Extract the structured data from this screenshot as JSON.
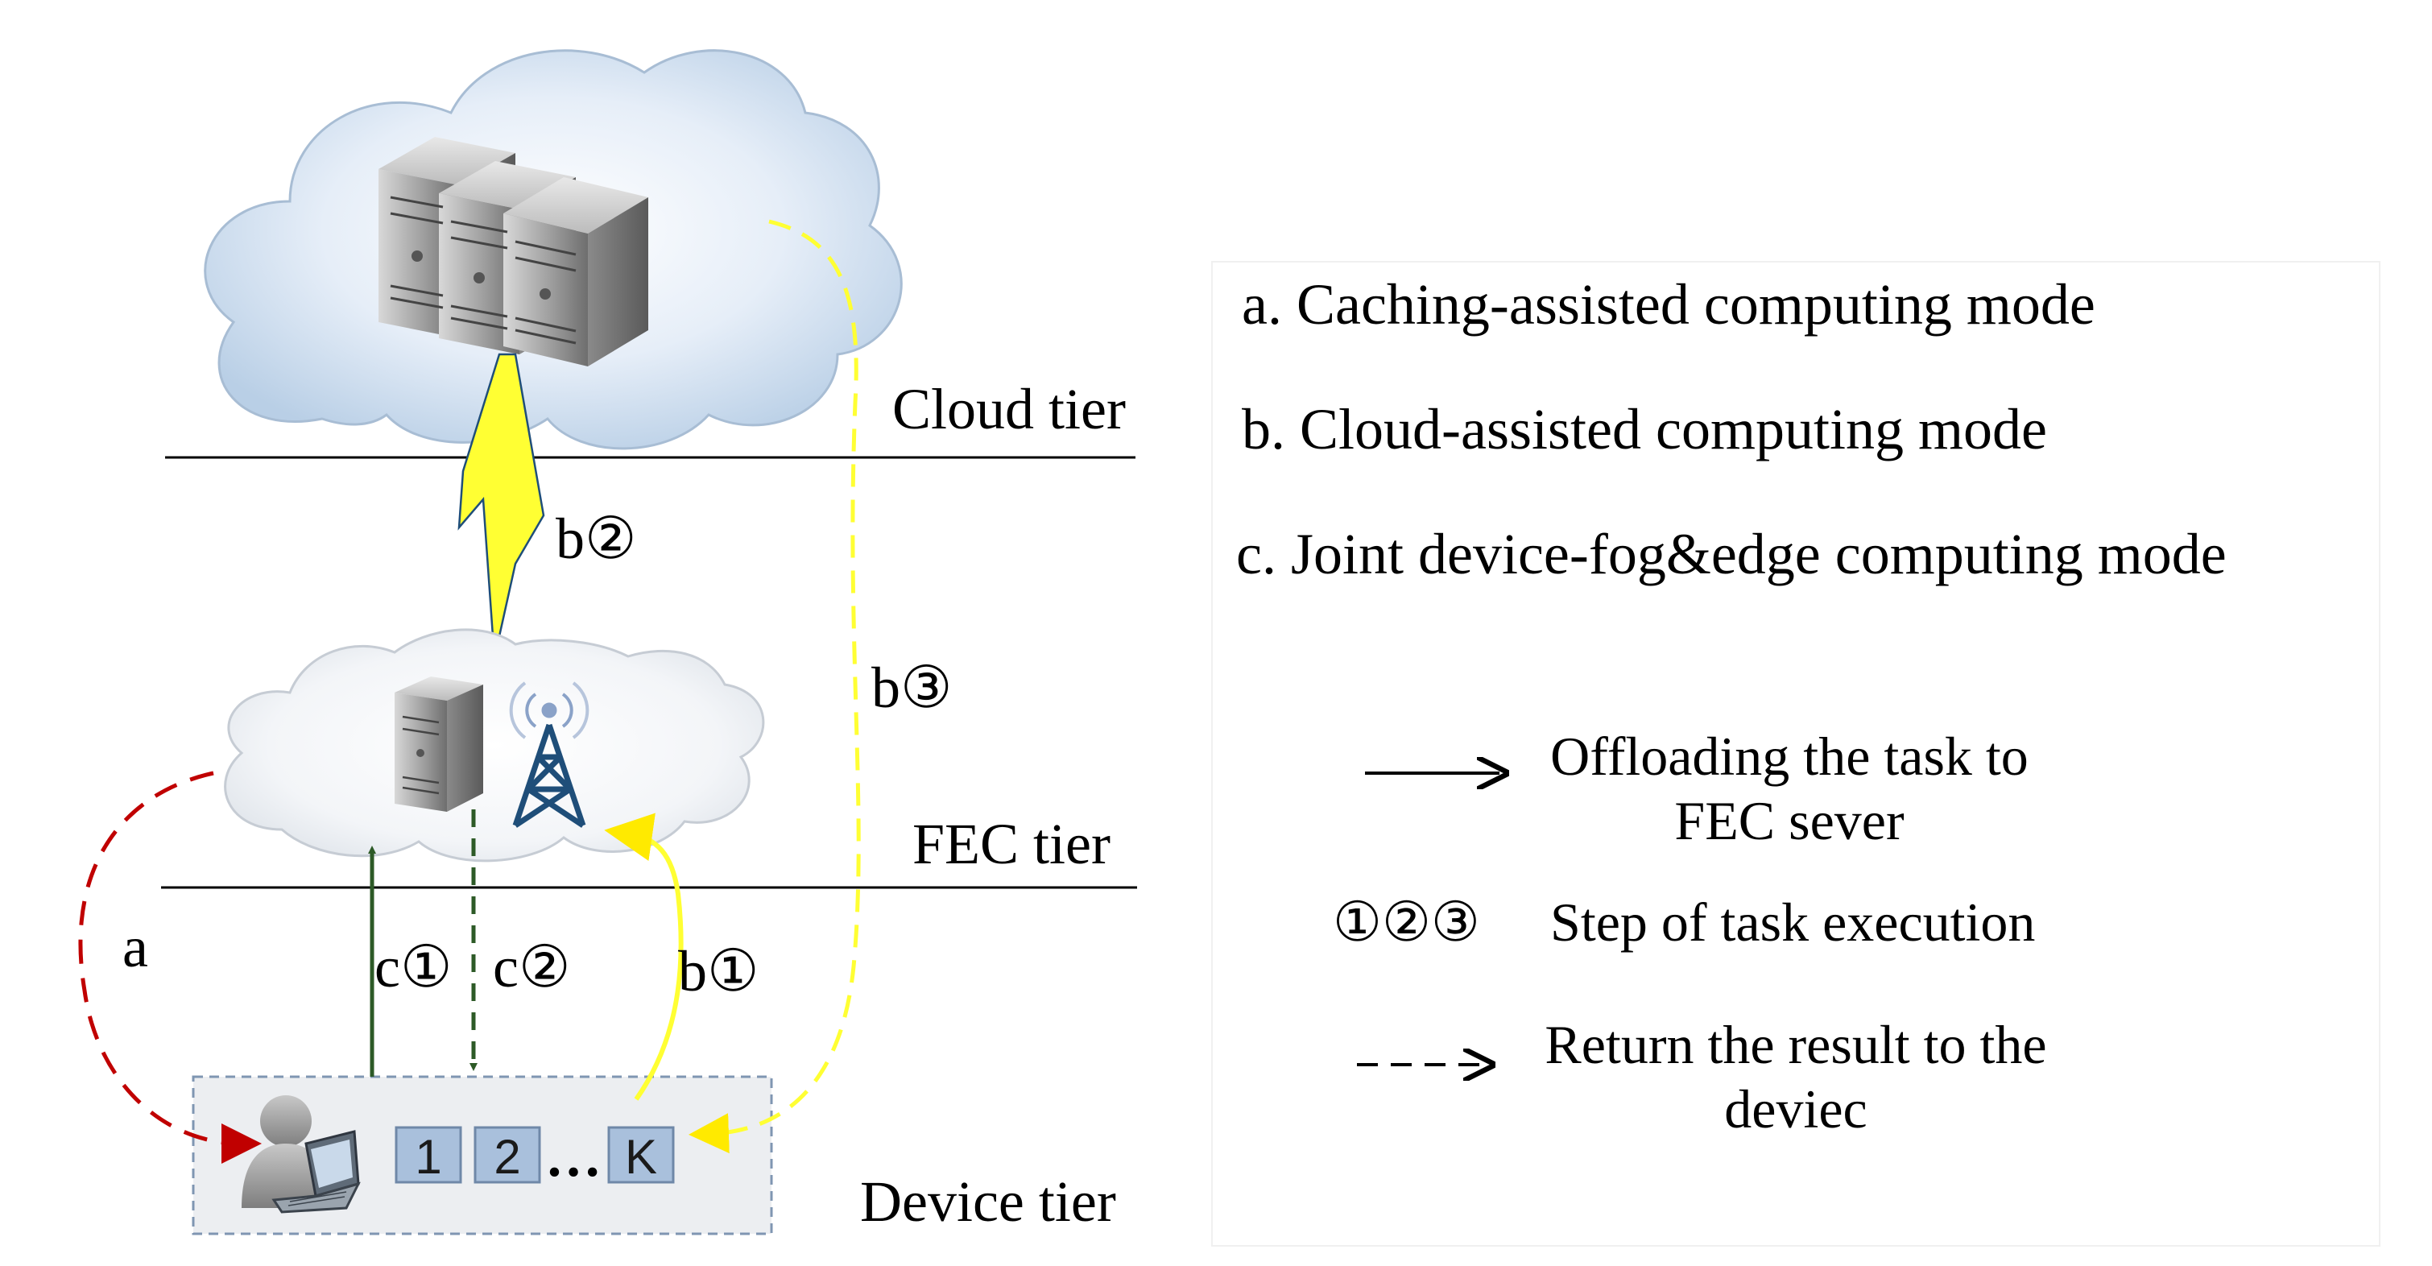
{
  "tiers": {
    "cloud": "Cloud tier",
    "fec": "FEC tier",
    "device": "Device tier"
  },
  "paths": {
    "a": "a",
    "b1": "b①",
    "b2": "b②",
    "b3": "b③",
    "c1": "c①",
    "c2": "c②"
  },
  "tasks": {
    "t1": "1",
    "t2": "2",
    "dots": "…",
    "tk": "K"
  },
  "legend": {
    "mode_a": "a. Caching-assisted computing mode",
    "mode_b": "b. Cloud-assisted computing mode",
    "mode_c": "c. Joint device-fog&edge computing mode",
    "offload_line1": "Offloading the task to",
    "offload_line2": "FEC sever",
    "steps_symbol": "①②③",
    "steps_text": "Step of task execution",
    "return_line1": "Return the result to the",
    "return_line2": "deviec"
  },
  "icons": [
    "cloud-icon",
    "server-rack-icon",
    "server-icon",
    "cell-tower-icon",
    "lightning-icon",
    "user-laptop-icon"
  ],
  "colors": {
    "red_path": "#c00000",
    "yellow_path": "#ffff33",
    "green_path": "#2d5a27",
    "cloud_fill": "#cfdff0",
    "fog_fill": "#f2f4f8",
    "task_box": "#a9c0dc",
    "device_box": "#e9ebee"
  }
}
